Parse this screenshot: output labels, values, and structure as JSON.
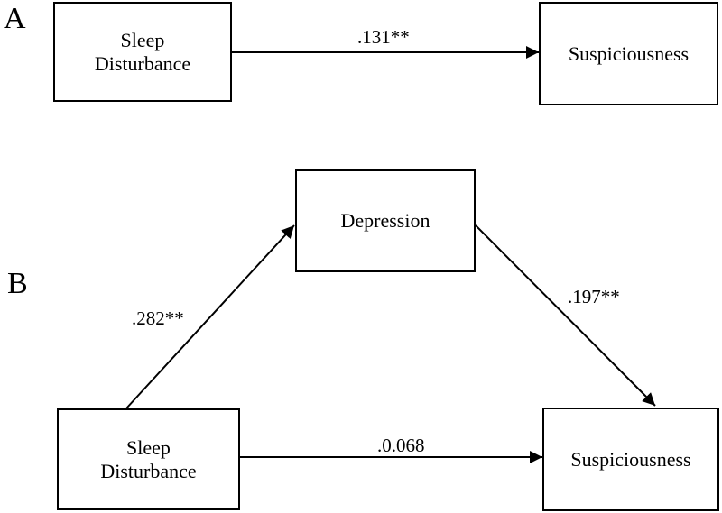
{
  "panel_a": {
    "letter": "A",
    "predictor": "Sleep\nDisturbance",
    "outcome": "Suspiciousness",
    "total_effect": ".131**"
  },
  "panel_b": {
    "letter": "B",
    "predictor": "Sleep\nDisturbance",
    "mediator": "Depression",
    "outcome": "Suspiciousness",
    "path_a": ".282**",
    "path_b": ".197**",
    "direct_effect": ".0.068"
  },
  "colors": {
    "line": "#000000",
    "background": "#ffffff"
  }
}
